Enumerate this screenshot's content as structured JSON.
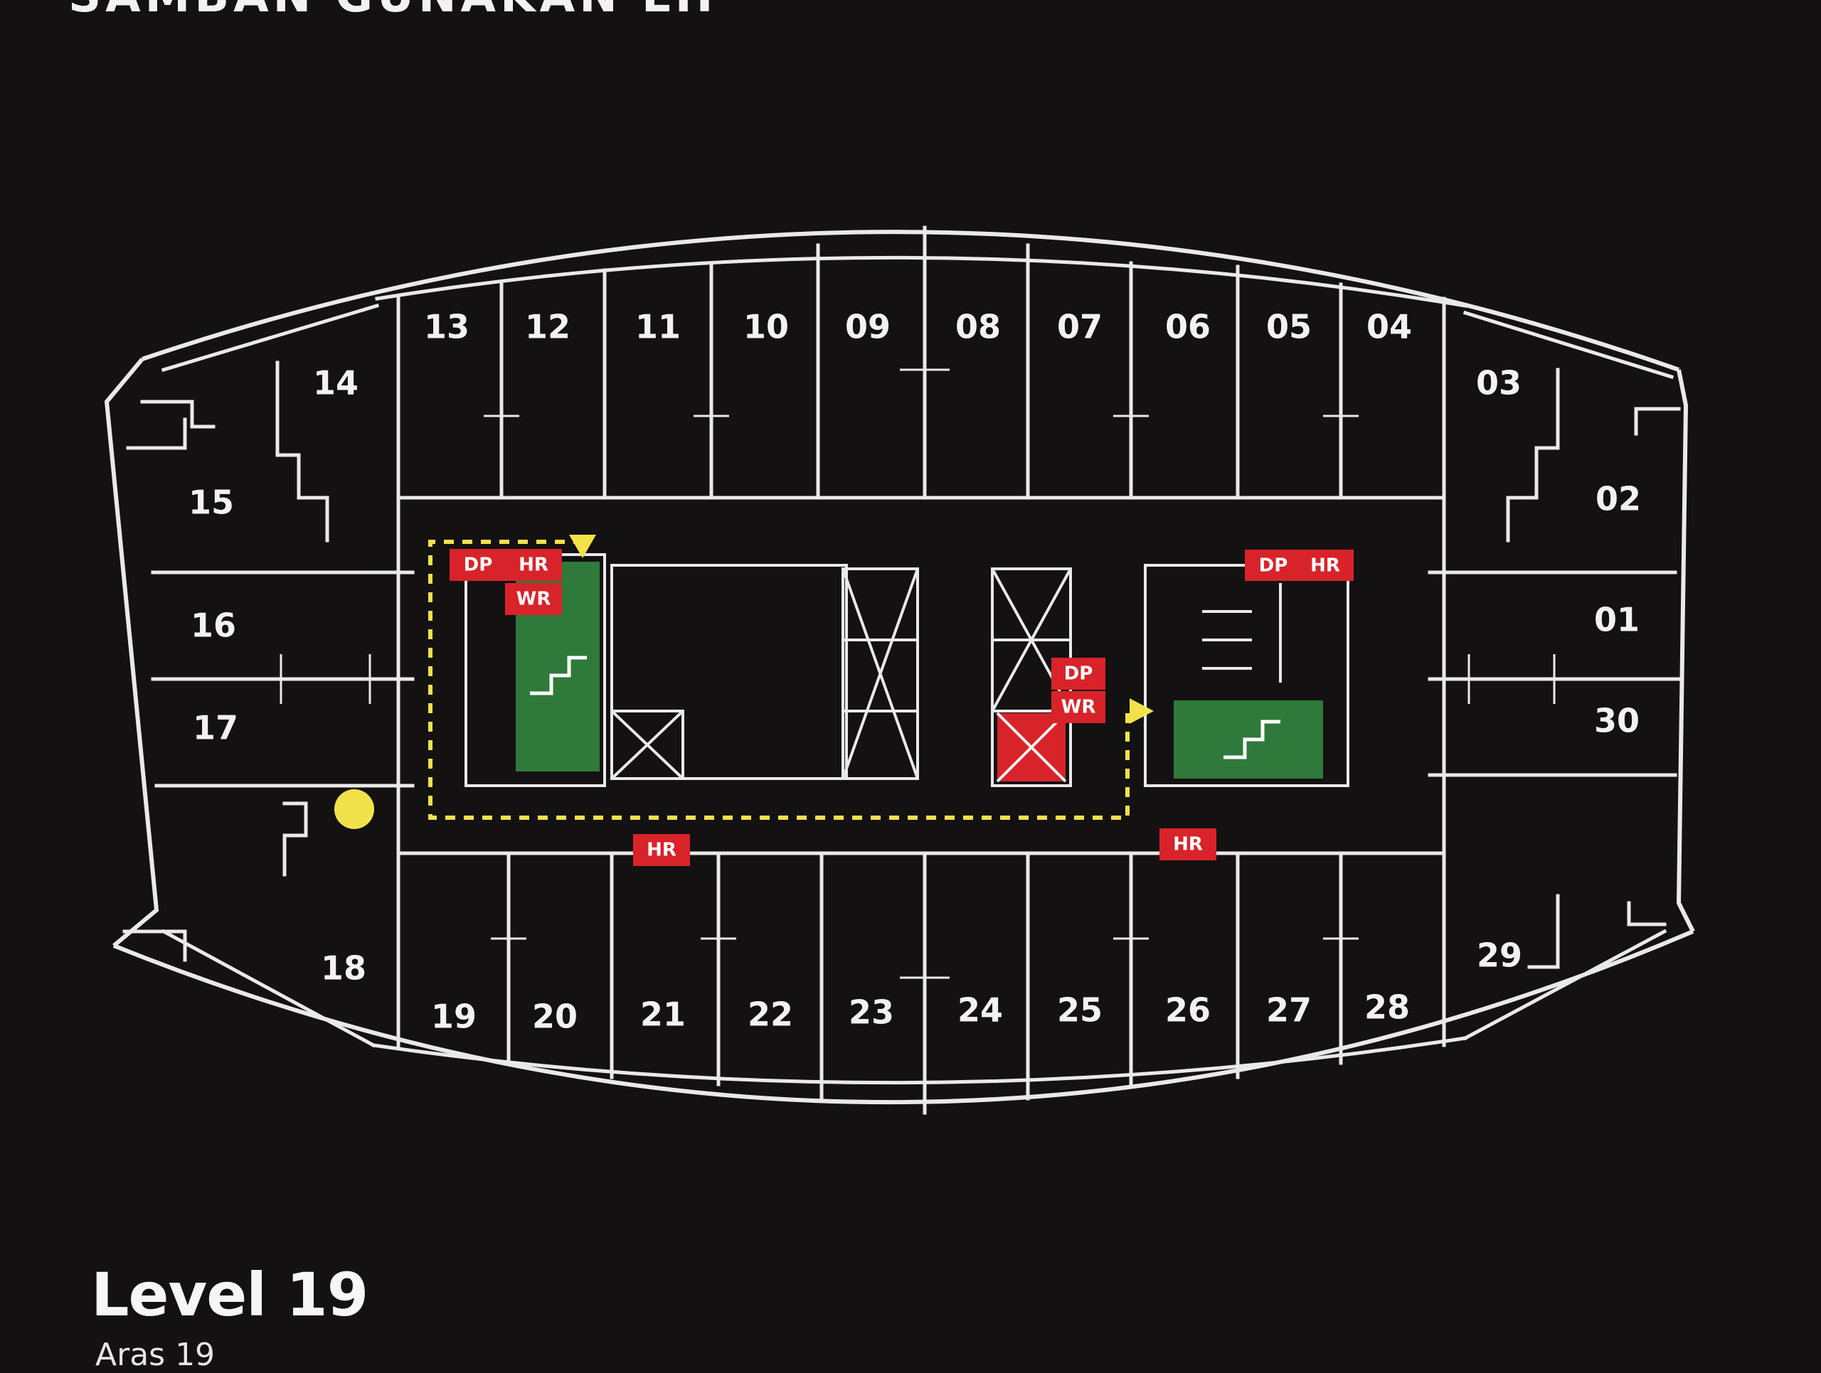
{
  "header": {
    "title": "SAMBAN GUNAKAN LIF"
  },
  "floor": {
    "title": "Level 19",
    "subtitle": "Aras 19"
  },
  "rooms": {
    "top": [
      "13",
      "12",
      "11",
      "10",
      "09",
      "08",
      "07",
      "06",
      "05",
      "04"
    ],
    "bottom": [
      "19",
      "20",
      "21",
      "22",
      "23",
      "24",
      "25",
      "26",
      "27",
      "28"
    ],
    "left": [
      "14",
      "15",
      "16",
      "17",
      "18"
    ],
    "right": [
      "03",
      "02",
      "01",
      "30",
      "29"
    ]
  },
  "tags": {
    "dp": "DP",
    "hr": "HR",
    "wr": "WR"
  },
  "colors": {
    "background": "#131112",
    "walls": "#e9e9e9",
    "tag": "#d8232a",
    "stair": "#2f7a3a",
    "lift_alert": "#d8232a",
    "route": "#f2e24a"
  },
  "icons": {
    "stairs": "stairs-icon",
    "assembly_point": "you-are-here-icon",
    "direction": "arrow-icon"
  }
}
